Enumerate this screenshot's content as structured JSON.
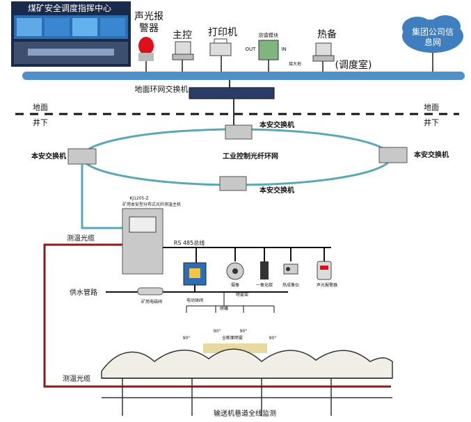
{
  "top": {
    "center_title": "煤矿安全调度指挥中心",
    "alarm_label_1": "声光报",
    "alarm_label_2": "警器",
    "host_label": "主控",
    "printer_label": "打印机",
    "lightning_label": "防雷模块",
    "out_label": "OUT",
    "in_label": "IN",
    "earth_label": "接大地",
    "standby_label": "热备",
    "dispatch_label": "(调度室)",
    "cloud_label_1": "集团公司信",
    "cloud_label_2": "息网",
    "core_switch_label": "地面环网交换机"
  },
  "boundary": {
    "ground_left": "地面",
    "underground_left": "井下",
    "ground_right": "地面",
    "underground_right": "井下"
  },
  "ring": {
    "switch_top": "本安交换机",
    "switch_left": "本安交换机",
    "switch_right": "本安交换机",
    "switch_bottom": "本安交换机",
    "ring_label": "工业控制光纤环网"
  },
  "host": {
    "model": "KJ1205-Z",
    "desc": "矿用本安型分布式光纤测温主机"
  },
  "bus": {
    "rs485": "RS 485总线",
    "fiber_temp_top": "测温光缆",
    "fiber_temp_bottom": "测温光缆",
    "water_pipe": "供水管路"
  },
  "devices": {
    "valve": "矿用电磁阀",
    "solenoid_valve": "电动球阀",
    "camera_1": "摄像",
    "co_sensor": "一氧化碳",
    "thermal_imager": "热成像仪",
    "audio_alarm": "声光报警器",
    "nozzle_frame": "喷雾架",
    "nozzle": "喷嘴",
    "full_section": "全断面喷雾"
  },
  "angles": [
    "90°",
    "90°",
    "90°",
    "90°"
  ],
  "bottom_caption": "输送机巷道全线监测"
}
